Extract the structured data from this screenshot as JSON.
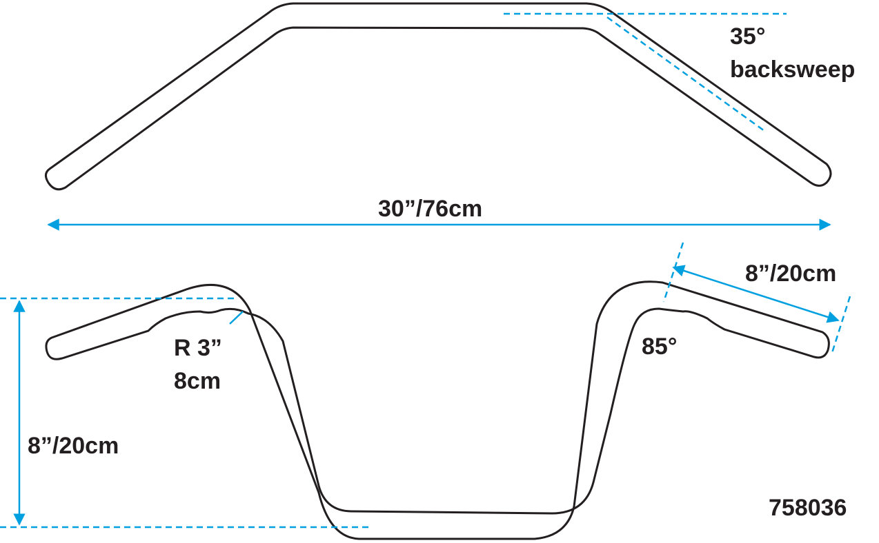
{
  "colors": {
    "outline": "#231f20",
    "dimension": "#00a0e0"
  },
  "labels": {
    "backsweep_angle": "35°",
    "backsweep_text": "backsweep",
    "width": "30”/76cm",
    "radius_line1": "R 3”",
    "radius_line2": "8cm",
    "rise": "8”/20cm",
    "grip_length": "8”/20cm",
    "bend_angle": "85°",
    "part_number": "758036"
  }
}
